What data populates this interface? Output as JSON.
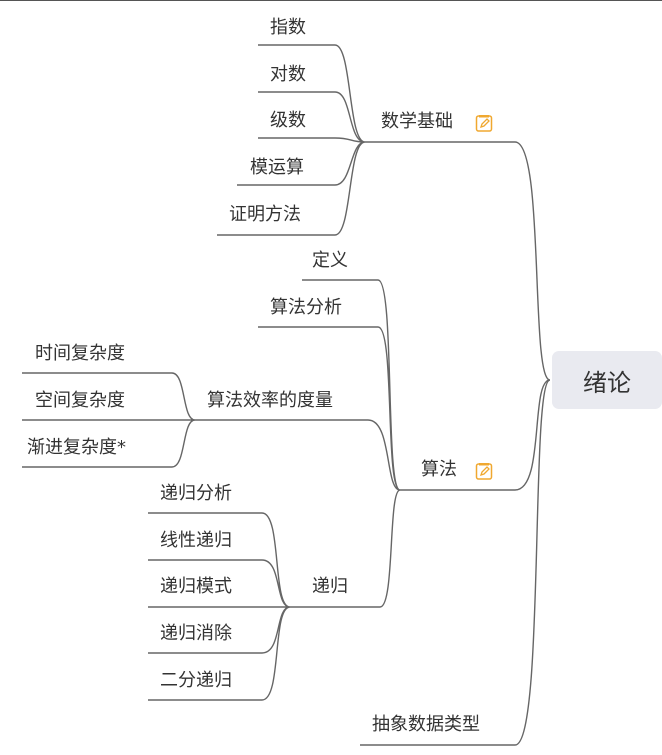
{
  "root": {
    "label": "绪论"
  },
  "colors": {
    "line": "#666666",
    "root_bg": "#e9eaf0",
    "note_icon": "#f0a830"
  },
  "branches": {
    "math": {
      "label": "数学基础",
      "icon": "note-edit-icon",
      "children": [
        "指数",
        "对数",
        "级数",
        "模运算",
        "证明方法"
      ]
    },
    "algo": {
      "label": "算法",
      "icon": "note-edit-icon",
      "children": {
        "definition": "定义",
        "analysis": "算法分析",
        "efficiency": {
          "label": "算法效率的度量",
          "children": [
            "时间复杂度",
            "空间复杂度",
            "渐进复杂度*"
          ]
        },
        "recursion": {
          "label": "递归",
          "children": [
            "递归分析",
            "线性递归",
            "递归模式",
            "递归消除",
            "二分递归"
          ]
        }
      }
    },
    "adt": {
      "label": "抽象数据类型"
    }
  }
}
